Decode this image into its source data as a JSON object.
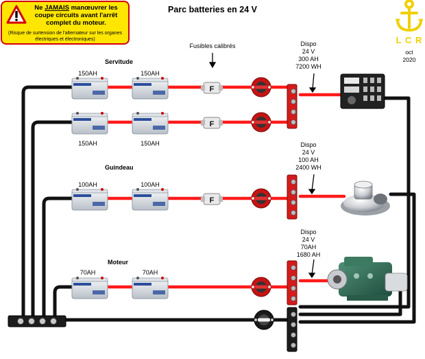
{
  "title": "Parc batteries en 24 V",
  "warning": {
    "pre": "Ne ",
    "emph": "JAMAIS",
    "post": " manœuvrer les coupe circuits  avant l'arrêt complet du moteur.",
    "note": "(Risque de surtension de l'alternateur sur les organes électriques et électroniques)"
  },
  "logo": {
    "letters": "L C R",
    "month": "oct",
    "year": "2020"
  },
  "fuses_label": "Fusibles calibrés",
  "fuse_letter": "F",
  "groups": {
    "servitude": {
      "name": "Servitude",
      "row1": [
        "150AH",
        "150AH"
      ],
      "row2": [
        "150AH",
        "150AH"
      ],
      "dispo": [
        "Dispo",
        "24 V",
        "300 AH",
        "7200 WH"
      ]
    },
    "guindeau": {
      "name": "Guindeau",
      "batteries": [
        "100AH",
        "100AH"
      ],
      "dispo": [
        "Dispo",
        "24 V",
        "100 AH",
        "2400 WH"
      ]
    },
    "moteur": {
      "name": "Moteur",
      "batteries": [
        "70AH",
        "70AH"
      ],
      "dispo": [
        "Dispo",
        "24 V",
        "70AH",
        "1680 AH"
      ]
    }
  },
  "colors": {
    "positive": "#ff1a1a",
    "negative": "#111111",
    "battery": "#d9dde2",
    "battery_stripe": "#2b4e9b",
    "warning_bg": "#ffe600",
    "warning_border": "#d40000"
  }
}
